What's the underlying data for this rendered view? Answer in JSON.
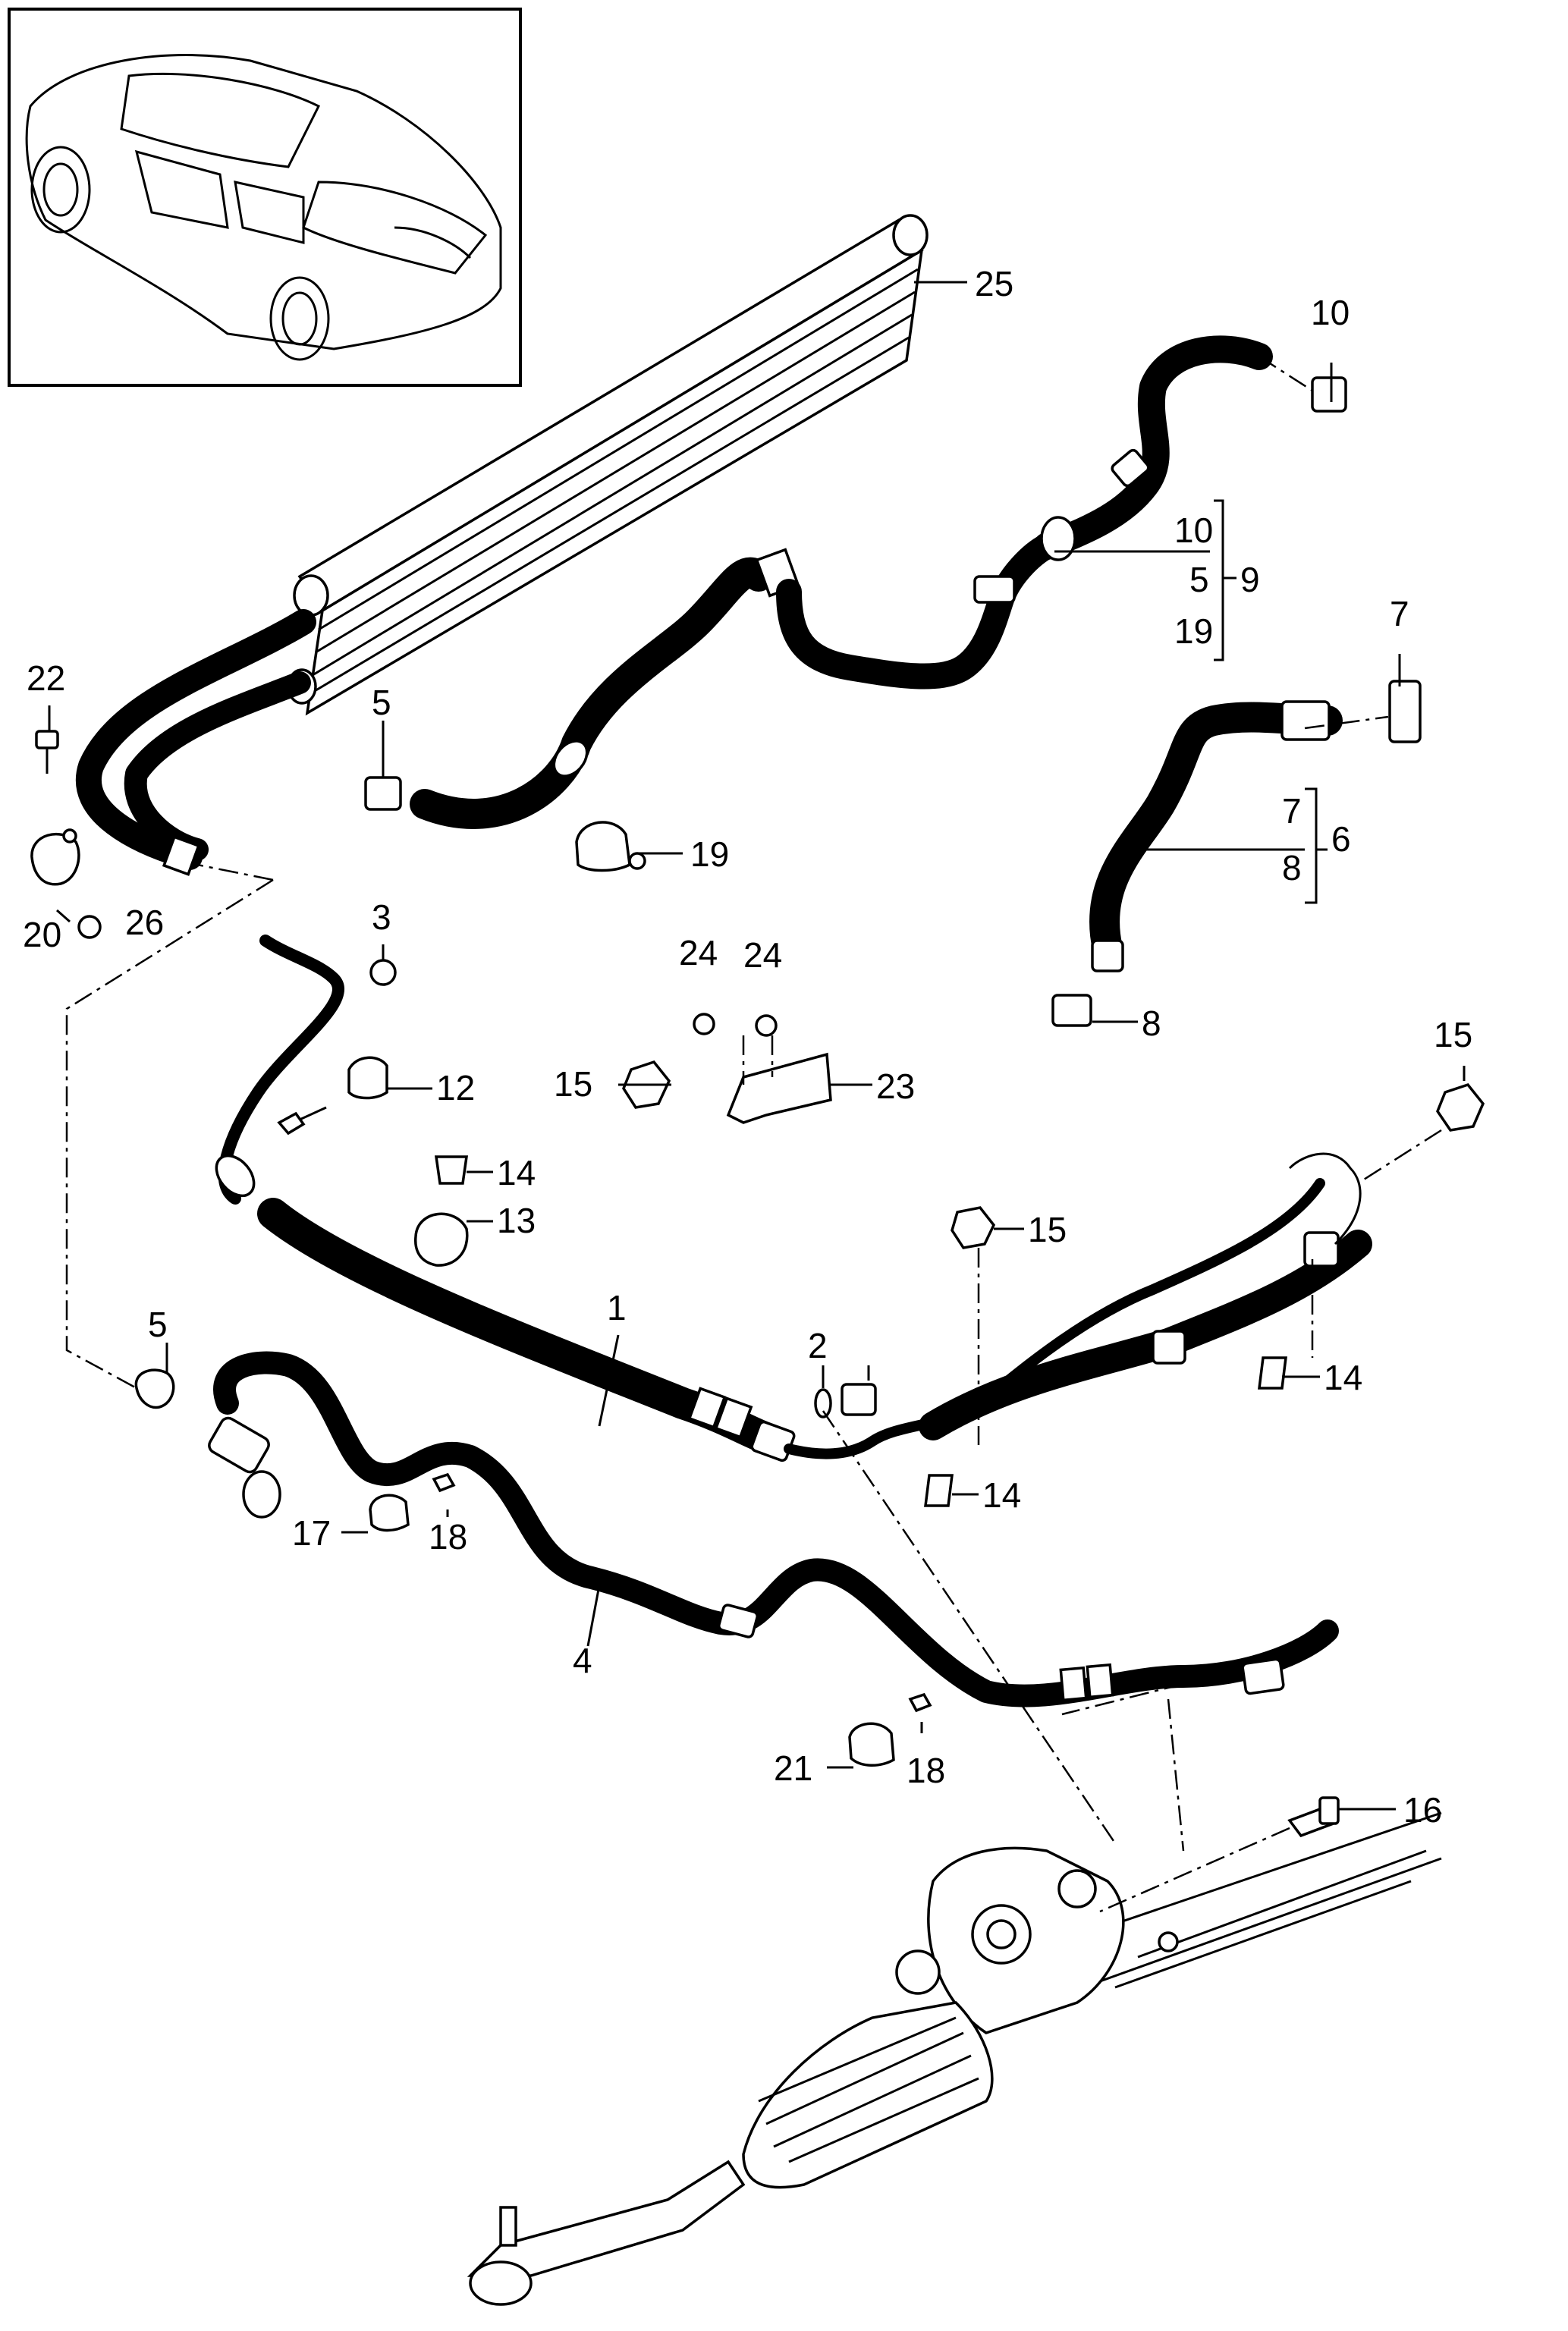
{
  "callouts": [
    {
      "id": "c1",
      "text": "1"
    },
    {
      "id": "c2",
      "text": "2"
    },
    {
      "id": "c3",
      "text": "3"
    },
    {
      "id": "c4",
      "text": "4"
    },
    {
      "id": "c5a",
      "text": "5"
    },
    {
      "id": "c5b",
      "text": "5"
    },
    {
      "id": "c6",
      "text": "6"
    },
    {
      "id": "c7",
      "text": "7"
    },
    {
      "id": "c8",
      "text": "8"
    },
    {
      "id": "c9",
      "text": "9"
    },
    {
      "id": "c10",
      "text": "10"
    },
    {
      "id": "c12",
      "text": "12"
    },
    {
      "id": "c13",
      "text": "13"
    },
    {
      "id": "c14a",
      "text": "14"
    },
    {
      "id": "c14b",
      "text": "14"
    },
    {
      "id": "c14c",
      "text": "14"
    },
    {
      "id": "c15a",
      "text": "15"
    },
    {
      "id": "c15b",
      "text": "15"
    },
    {
      "id": "c15c",
      "text": "15"
    },
    {
      "id": "c16",
      "text": "16"
    },
    {
      "id": "c17",
      "text": "17"
    },
    {
      "id": "c18a",
      "text": "18"
    },
    {
      "id": "c18b",
      "text": "18"
    },
    {
      "id": "c19",
      "text": "19"
    },
    {
      "id": "c20",
      "text": "20"
    },
    {
      "id": "c21",
      "text": "21"
    },
    {
      "id": "c22",
      "text": "22"
    },
    {
      "id": "c23",
      "text": "23"
    },
    {
      "id": "c24a",
      "text": "24"
    },
    {
      "id": "c24b",
      "text": "24"
    },
    {
      "id": "c25",
      "text": "25"
    },
    {
      "id": "c26",
      "text": "26"
    }
  ],
  "groups": {
    "group9": {
      "label": "9",
      "items": [
        "10",
        "5",
        "19"
      ]
    },
    "group6": {
      "label": "6",
      "items": [
        "7",
        "8"
      ]
    }
  }
}
